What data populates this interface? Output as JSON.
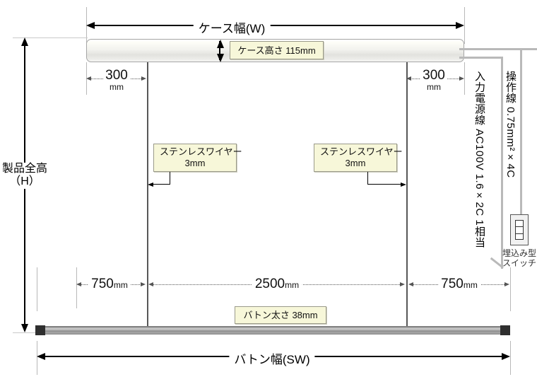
{
  "diagram": {
    "title_labels": {
      "case_width": "ケース幅(W)",
      "baton_width": "バトン幅(SW)",
      "product_height_line1": "製品全高",
      "product_height_line2": "（H）"
    },
    "callouts": {
      "case_height": "ケース高さ 115mm",
      "wire_left_line1": "ステンレスワイヤー",
      "wire_left_line2": "3mm",
      "wire_right_line1": "ステンレスワイヤー",
      "wire_right_line2": "3mm",
      "baton_thickness": "バトン太さ 38mm"
    },
    "dimensions": {
      "offset_left_value": "300",
      "offset_left_unit": "mm",
      "offset_right_value": "300",
      "offset_right_unit": "mm",
      "span_left_value": "750",
      "span_left_unit": "mm",
      "span_center_value": "2500",
      "span_center_unit": "mm",
      "span_right_value": "750",
      "span_right_unit": "mm"
    },
    "cables": {
      "power_label": "入力電源線 AC100V 1.6×2C 1相当",
      "control_label": "操作線 0.75mm²×4C"
    },
    "switch": {
      "caption_line1": "埋込み型",
      "caption_line2": "スイッチ",
      "icon": "wall-switch-icon"
    },
    "colors": {
      "callout_bg": "#f7f7d9",
      "callout_border": "#9a9a8a",
      "wire": "#575757",
      "cable": "#b9b9b9",
      "baton_cap": "#2f2f2f",
      "dimension": "#000000",
      "extension": "#b8b8b8"
    }
  }
}
